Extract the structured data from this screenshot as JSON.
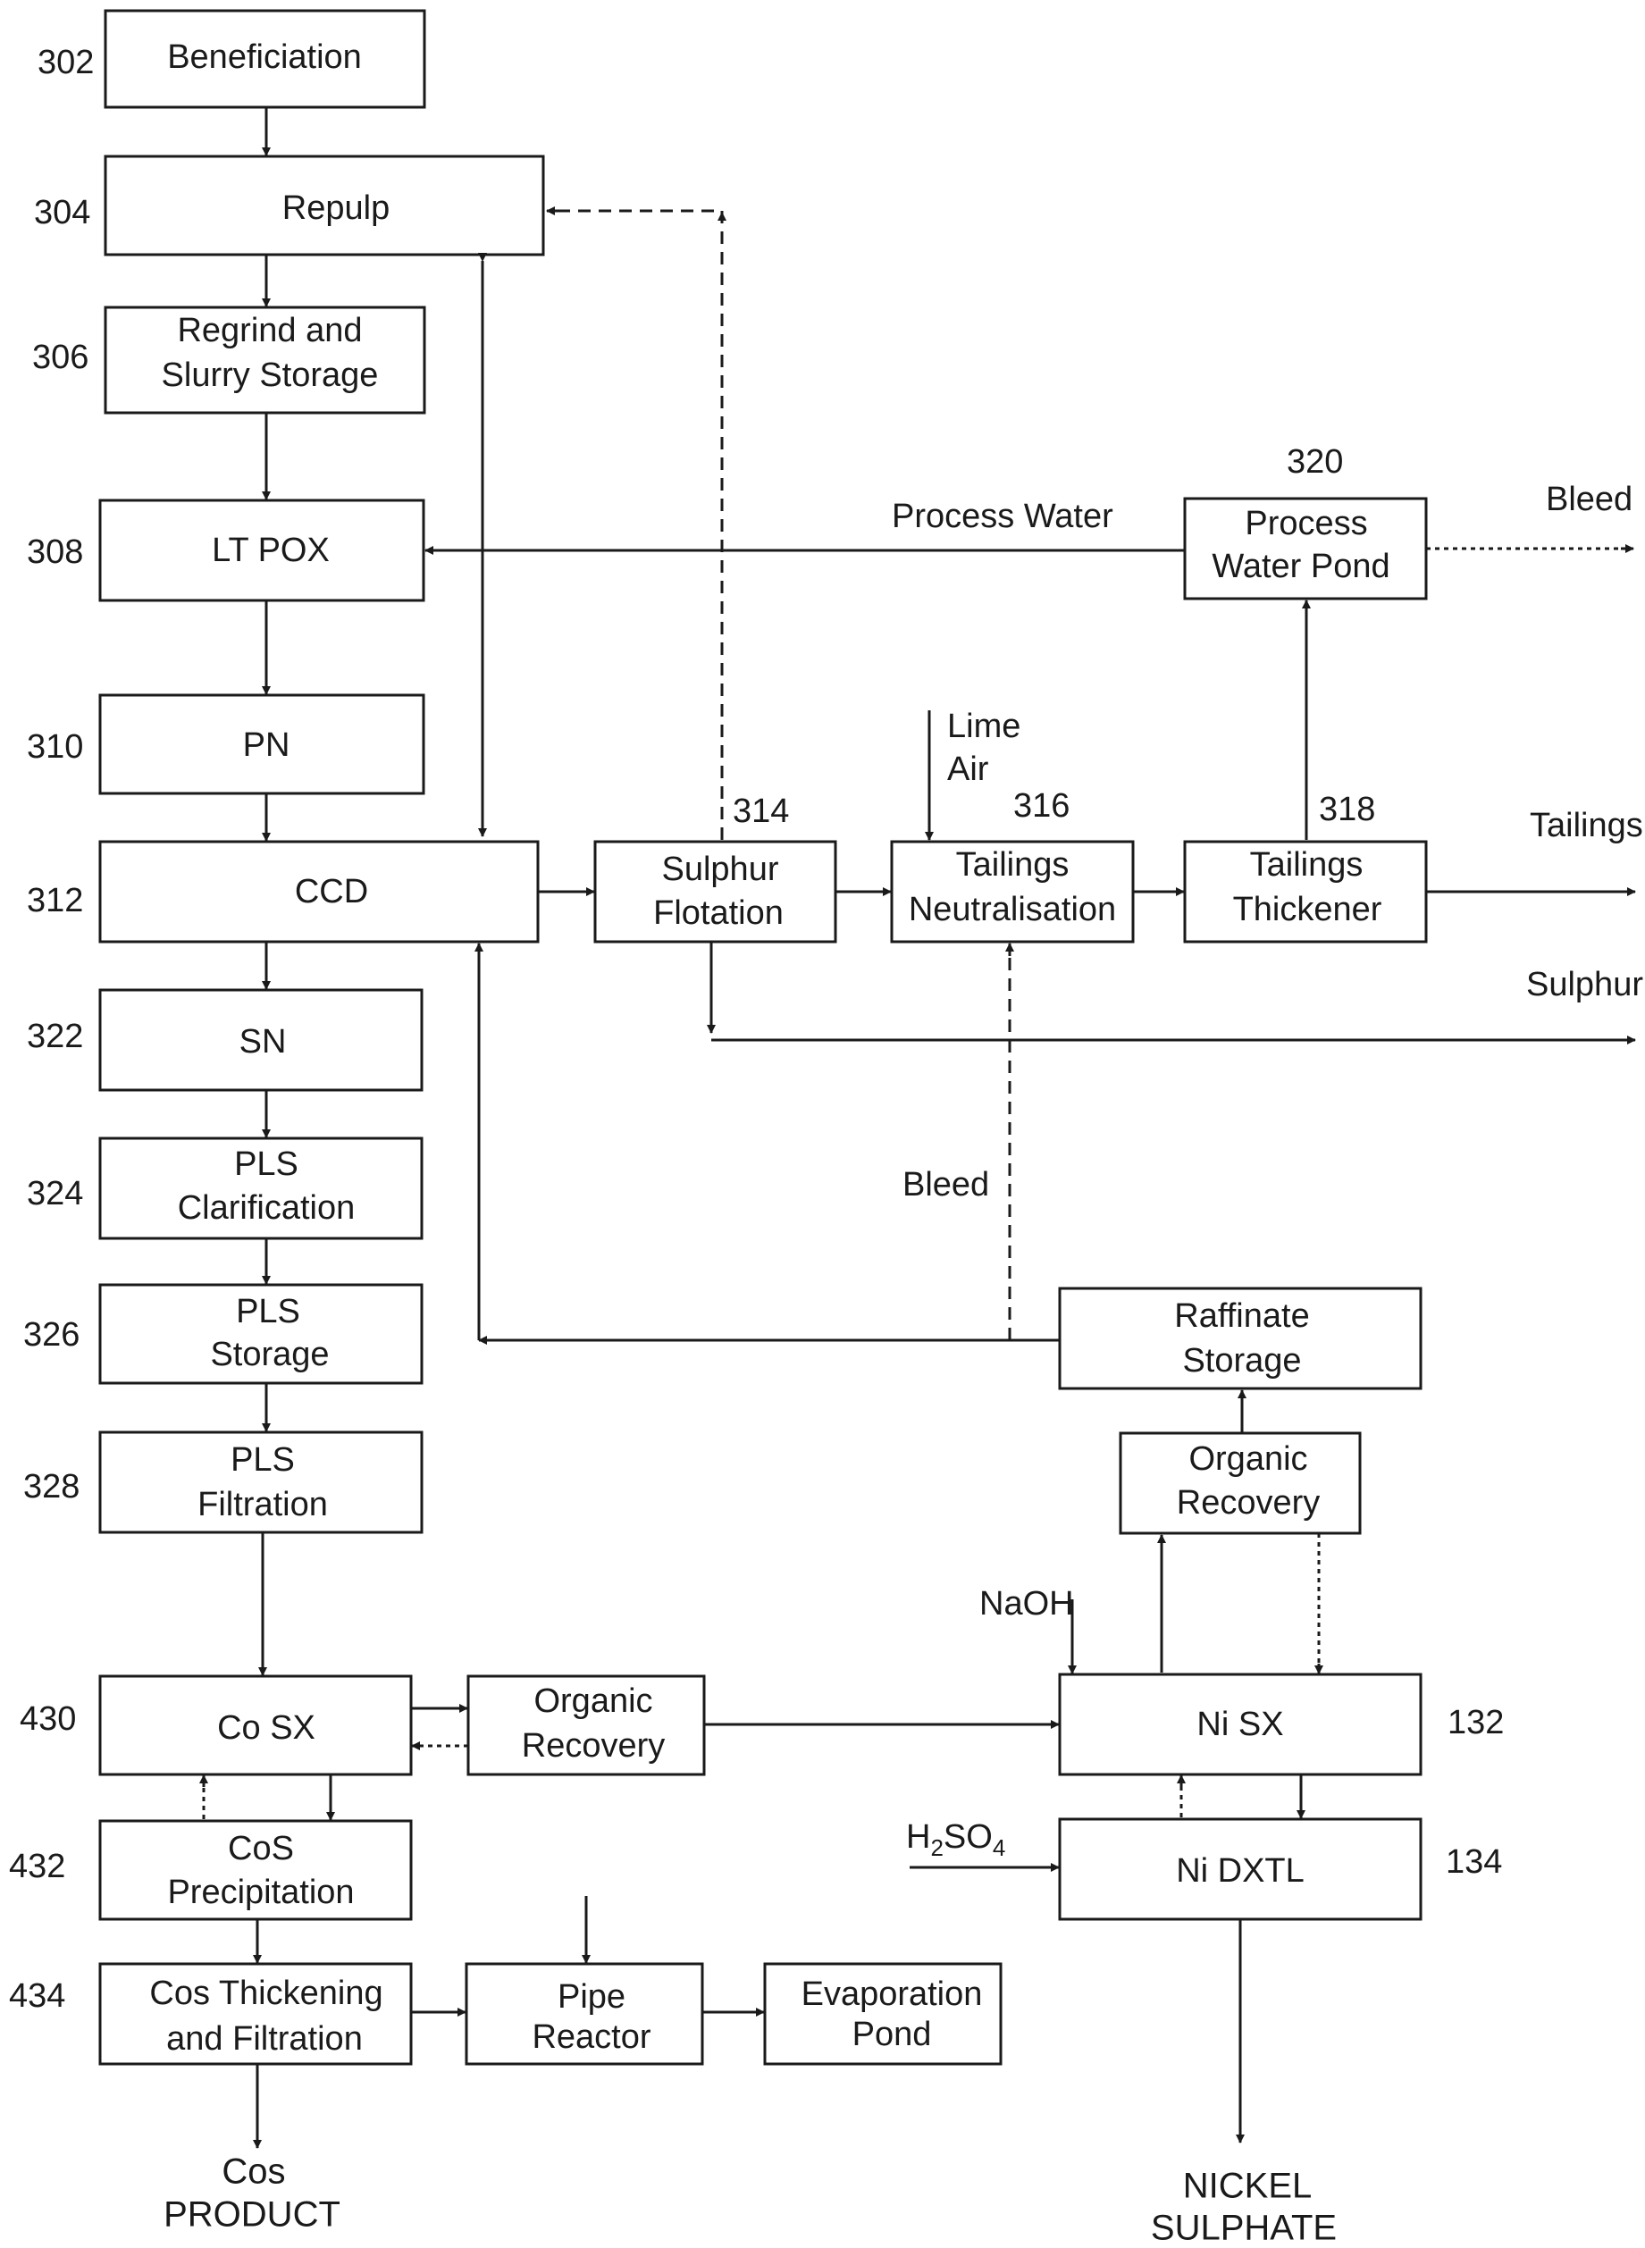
{
  "boxes": {
    "beneficiation": {
      "ref": "302",
      "lines": [
        "Beneficiation"
      ]
    },
    "repulp": {
      "ref": "304",
      "lines": [
        "Repulp"
      ]
    },
    "regrind": {
      "ref": "306",
      "lines": [
        "Regrind and",
        "Slurry Storage"
      ]
    },
    "ltpox": {
      "ref": "308",
      "lines": [
        "LT POX"
      ]
    },
    "pn": {
      "ref": "310",
      "lines": [
        "PN"
      ]
    },
    "ccd": {
      "ref": "312",
      "lines": [
        "CCD"
      ]
    },
    "sn": {
      "ref": "322",
      "lines": [
        "SN"
      ]
    },
    "pls_clarification": {
      "ref": "324",
      "lines": [
        "PLS",
        "Clarification"
      ]
    },
    "pls_storage": {
      "ref": "326",
      "lines": [
        "PLS",
        "Storage"
      ]
    },
    "pls_filtration": {
      "ref": "328",
      "lines": [
        "PLS",
        "Filtration"
      ]
    },
    "co_sx": {
      "ref": "430",
      "lines": [
        "Co SX"
      ]
    },
    "cos_precipitation": {
      "ref": "432",
      "lines": [
        "CoS",
        "Precipitation"
      ]
    },
    "cos_thickening": {
      "ref": "434",
      "lines": [
        "Cos Thickening",
        "and Filtration"
      ]
    },
    "sulphur_flotation": {
      "ref": "314",
      "lines": [
        "Sulphur",
        "Flotation"
      ]
    },
    "tailings_neutralisation": {
      "ref": "316",
      "lines": [
        "Tailings",
        "Neutralisation"
      ]
    },
    "tailings_thickener": {
      "ref": "318",
      "lines": [
        "Tailings",
        "Thickener"
      ]
    },
    "process_water_pond": {
      "ref": "320",
      "lines": [
        "Process",
        "Water Pond"
      ]
    },
    "organic_recovery_co": {
      "lines": [
        "Organic",
        "Recovery"
      ]
    },
    "pipe_reactor": {
      "lines": [
        "Pipe",
        "Reactor"
      ]
    },
    "evaporation_pond": {
      "lines": [
        "Evaporation",
        "Pond"
      ]
    },
    "raffinate_storage": {
      "lines": [
        "Raffinate",
        "Storage"
      ]
    },
    "organic_recovery_ni": {
      "lines": [
        "Organic",
        "Recovery"
      ]
    },
    "ni_sx": {
      "ref": "132",
      "lines": [
        "Ni SX"
      ]
    },
    "ni_dxtl": {
      "ref": "134",
      "lines": [
        "Ni DXTL"
      ]
    }
  },
  "annotations": {
    "process_water": "Process Water",
    "bleed_top": "Bleed",
    "lime": "Lime",
    "air": "Air",
    "tailings": "Tailings",
    "sulphur": "Sulphur",
    "bleed_mid": "Bleed",
    "naoh": "NaOH",
    "h2so4_main": "H",
    "h2so4_sub1": "2",
    "h2so4_mid": "SO",
    "h2so4_sub2": "4"
  },
  "products": {
    "cos_line1": "Cos",
    "cos_line2": "PRODUCT",
    "nickel_line1": "NICKEL",
    "nickel_line2": "SULPHATE"
  }
}
